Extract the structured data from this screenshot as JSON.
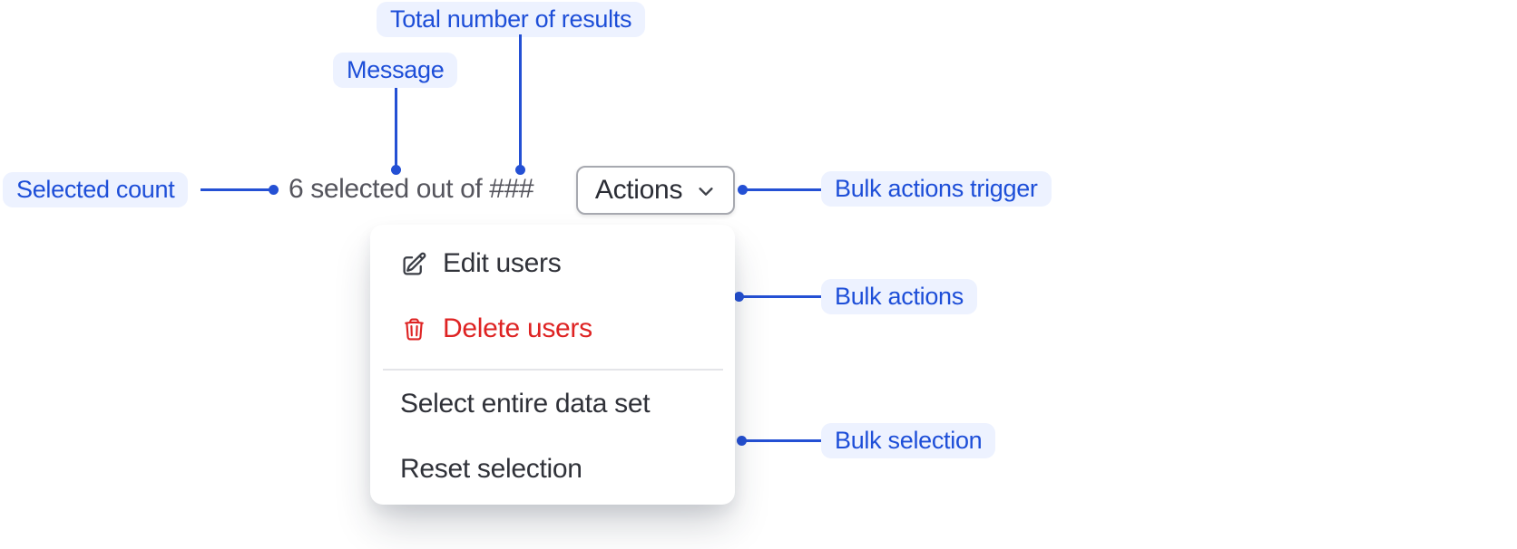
{
  "annotations": {
    "total_results": {
      "label": "Total number of results"
    },
    "message": {
      "label": "Message"
    },
    "selected_count": {
      "label": "Selected count"
    },
    "bulk_actions_trigger": {
      "label": "Bulk actions trigger"
    },
    "bulk_actions": {
      "label": "Bulk actions"
    },
    "bulk_selection": {
      "label": "Bulk selection"
    }
  },
  "bulk_bar": {
    "message": "6 selected out of ###",
    "actions_button": "Actions"
  },
  "actions_menu": {
    "items": [
      {
        "label": "Edit users",
        "icon": "edit-icon",
        "variant": "default"
      },
      {
        "label": "Delete users",
        "icon": "trash-icon",
        "variant": "danger"
      },
      {
        "label": "Select entire data set",
        "icon": "none",
        "variant": "default"
      },
      {
        "label": "Reset selection",
        "icon": "none",
        "variant": "default"
      }
    ]
  },
  "colors": {
    "accent_blue": "#1D4ED8",
    "connector_blue": "#2450D4",
    "label_background": "#EDF2FF",
    "danger_red": "#DE2323",
    "muted_text": "#55555D"
  }
}
